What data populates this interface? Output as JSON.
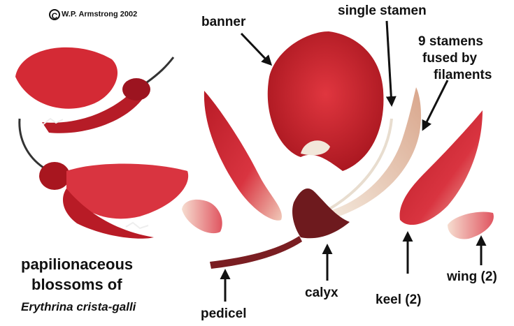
{
  "copyright": {
    "symbol": "C",
    "text": "W.P. Armstrong 2002"
  },
  "labels": {
    "banner": "banner",
    "single_stamen": "single stamen",
    "stamens_line1": "9 stamens",
    "stamens_line2": "fused by",
    "stamens_line3": "filaments",
    "pedicel": "pedicel",
    "calyx": "calyx",
    "keel": "keel (2)",
    "wing": "wing (2)"
  },
  "caption": {
    "line1": "papilionaceous",
    "line2": "blossoms of",
    "species": "Erythrina crista-galli"
  },
  "colors": {
    "petal_red": "#d42a35",
    "petal_dark": "#9c1420",
    "calyx": "#6e1a1e",
    "stamen": "#f1e6d4",
    "wing_base": "#f4d6c6",
    "text": "#111111"
  }
}
